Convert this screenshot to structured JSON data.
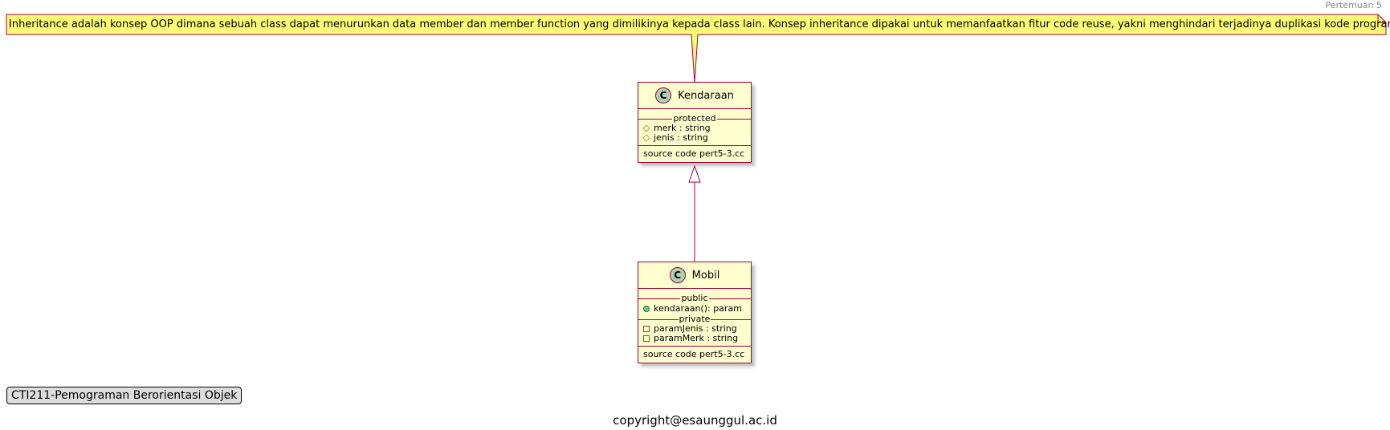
{
  "header": {
    "text": "Pertemuan 5"
  },
  "note": {
    "text": "Inheritance adalah konsep OOP dimana sebuah class dapat menurunkan data member dan member function yang dimilikinya kepada class lain. Konsep inheritance dipakai untuk memanfaatkan fitur code reuse, yakni menghindari terjadinya duplikasi kode program."
  },
  "classes": {
    "kendaraan": {
      "icon": "C",
      "name": "Kendaraan",
      "sections": [
        {
          "label": "protected",
          "members": [
            {
              "vis": "#",
              "text": "merk : string"
            },
            {
              "vis": "#",
              "text": "jenis : string"
            }
          ]
        }
      ],
      "footer": "source code pert5-3.cc"
    },
    "mobil": {
      "icon": "C",
      "name": "Mobil",
      "sections": [
        {
          "label": "public",
          "members": [
            {
              "vis": "+",
              "text": "kendaraan(): param"
            }
          ]
        },
        {
          "label": "private",
          "members": [
            {
              "vis": "-",
              "text": "paramJenis : string"
            },
            {
              "vis": "-",
              "text": "paramMerk : string"
            }
          ]
        }
      ],
      "footer": "source code pert5-3.cc"
    }
  },
  "relationship": {
    "type": "inheritance",
    "from": "Mobil",
    "to": "Kendaraan"
  },
  "legend": {
    "text": "CTI211-Pemograman Berorientasi Objek"
  },
  "footer": {
    "text": "copyright@esaunggul.ac.id"
  },
  "colors": {
    "border": "#A80036",
    "class_bg": "#FEFECE",
    "note_bg": "#FBFB77",
    "icon_bg": "#ADD1B2"
  }
}
